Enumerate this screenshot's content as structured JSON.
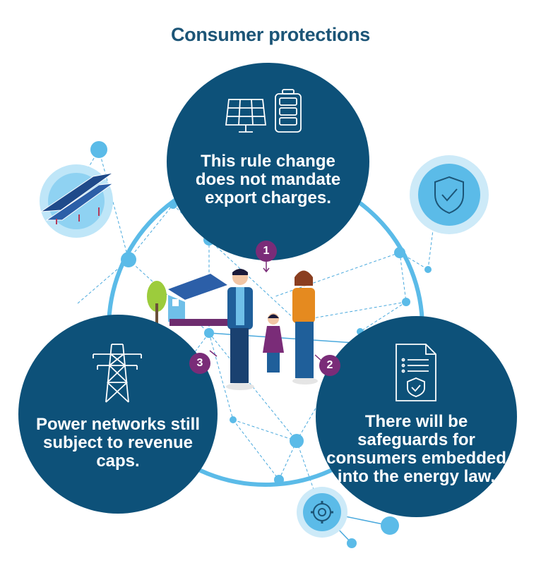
{
  "title": "Consumer protections",
  "nodes": [
    {
      "number": "1",
      "text": "This rule change does not mandate export charges.",
      "icons": [
        "solar-panel-icon",
        "battery-icon"
      ]
    },
    {
      "number": "2",
      "text": "There will be safeguards for consumers embedded into the energy law.",
      "icons": [
        "document-shield-icon"
      ]
    },
    {
      "number": "3",
      "text": "Power networks still subject to revenue caps.",
      "icons": [
        "power-tower-icon"
      ]
    }
  ],
  "colors": {
    "title": "#1c5577",
    "circle": "#0d5179",
    "badge": "#7a2c78",
    "ring": "#5bbbe8",
    "network": "#4aa9dd"
  },
  "decorative_icons": [
    "solar-array-icon",
    "shield-check-icon",
    "gear-icon",
    "house-icon",
    "family-illustration"
  ]
}
